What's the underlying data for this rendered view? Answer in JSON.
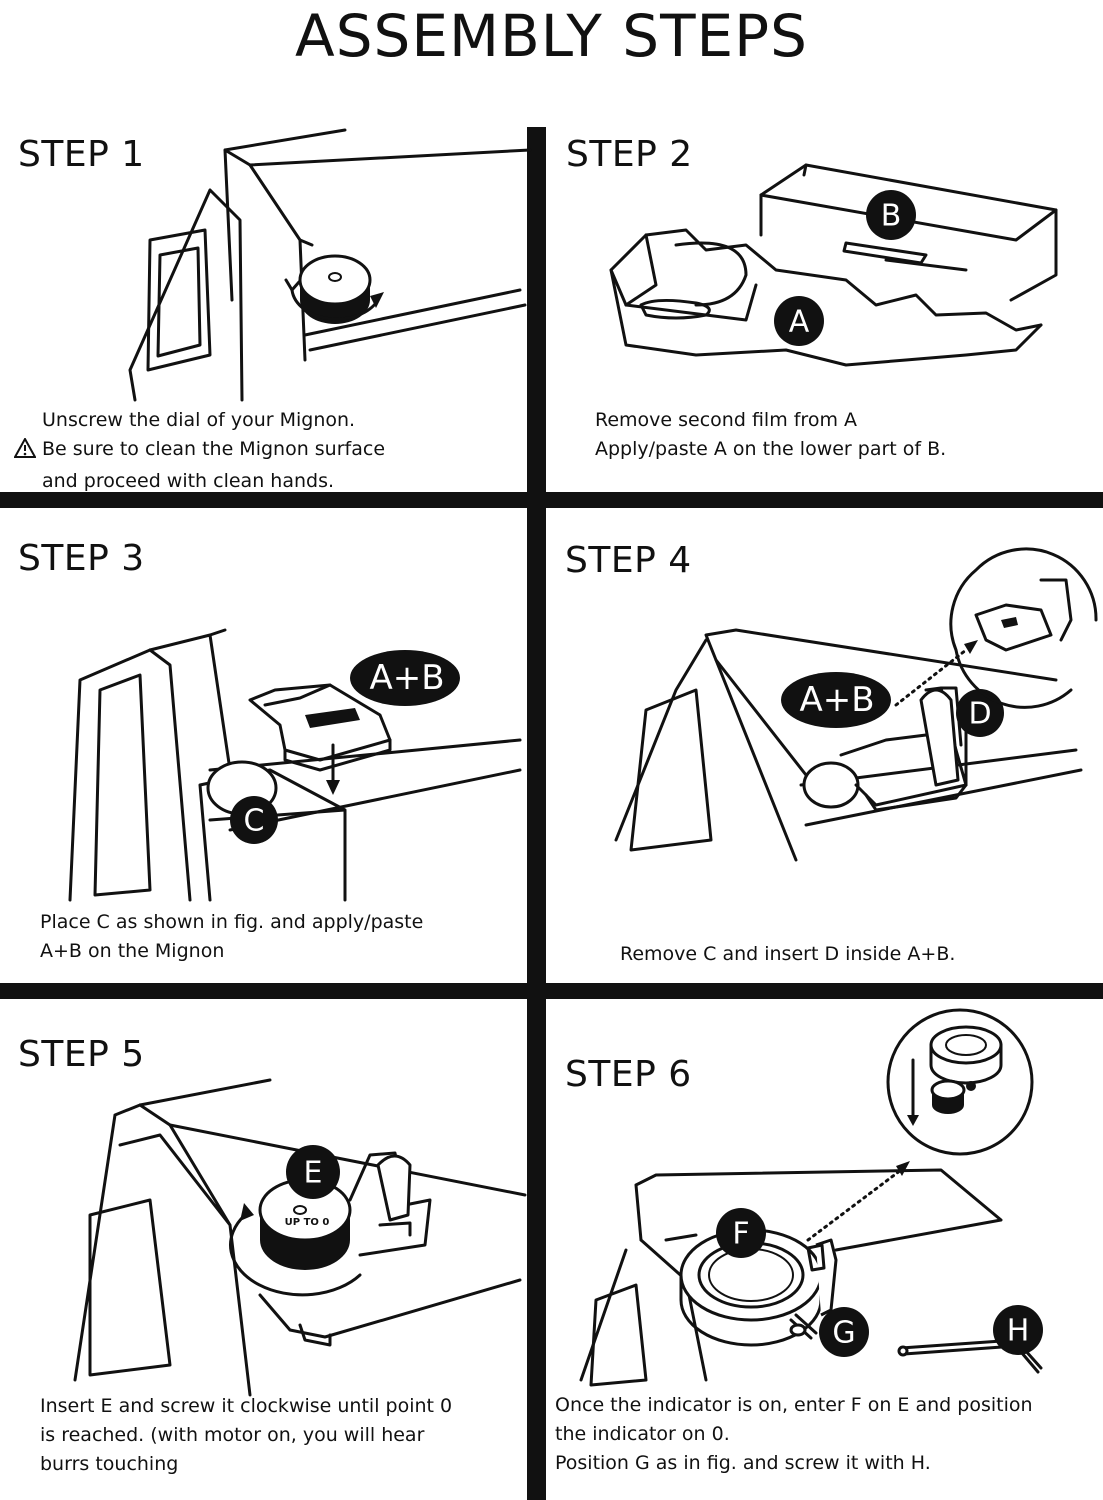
{
  "title": "ASSEMBLY STEPS",
  "steps": [
    {
      "label": "STEP 1",
      "lines": [
        "Unscrew the dial of your Mignon.",
        "Be sure to clean the Mignon surface",
        "and proceed with clean hands."
      ],
      "warning_icon": "warning-triangle-icon"
    },
    {
      "label": "STEP 2",
      "lines": [
        "Remove second film from A",
        "Apply/paste A on the lower part of B."
      ],
      "callouts": [
        "B",
        "A"
      ]
    },
    {
      "label": "STEP 3",
      "lines": [
        "Place C as shown in fig. and apply/paste",
        "A+B on the Mignon"
      ],
      "callouts": [
        "A+B",
        "C"
      ]
    },
    {
      "label": "STEP 4",
      "lines": [
        "Remove C and insert D inside A+B."
      ],
      "callouts": [
        "A+B",
        "D"
      ]
    },
    {
      "label": "STEP 5",
      "lines": [
        "Insert E and screw it clockwise until point 0",
        "is reached. (with motor on, you will hear",
        "burrs touching"
      ],
      "callouts": [
        "E"
      ],
      "dial_text": "UP TO 0"
    },
    {
      "label": "STEP 6",
      "lines": [
        "Once the indicator is on, enter F on E and position",
        "the indicator on 0.",
        "Position G as in fig. and screw it with H."
      ],
      "callouts": [
        "F",
        "G",
        "H"
      ]
    }
  ]
}
